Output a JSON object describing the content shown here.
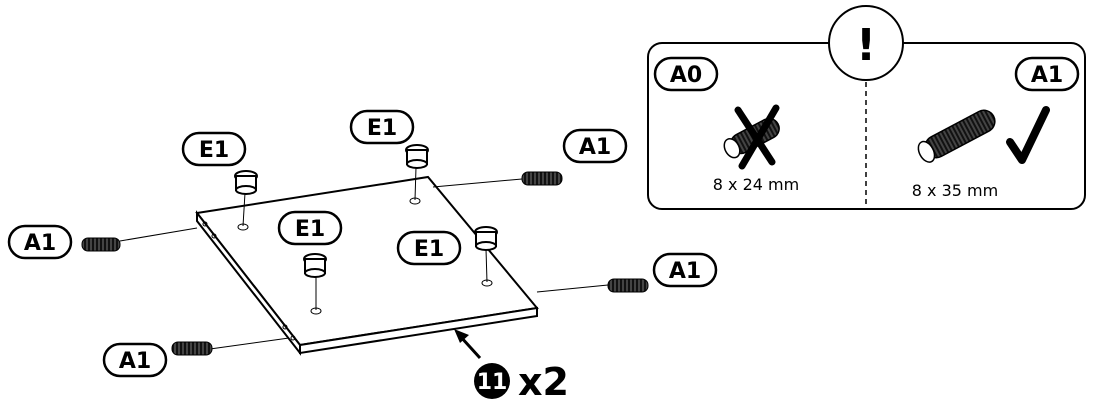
{
  "labels": {
    "a1": "A1",
    "a0": "A0",
    "e1": "E1"
  },
  "warning": {
    "symbol": "!",
    "wrong_part": "A0",
    "wrong_size": "8 x 24  mm",
    "right_part": "A1",
    "right_size": "8 x 35 mm"
  },
  "panel": {
    "part_number": "11",
    "quantity": "x2"
  }
}
